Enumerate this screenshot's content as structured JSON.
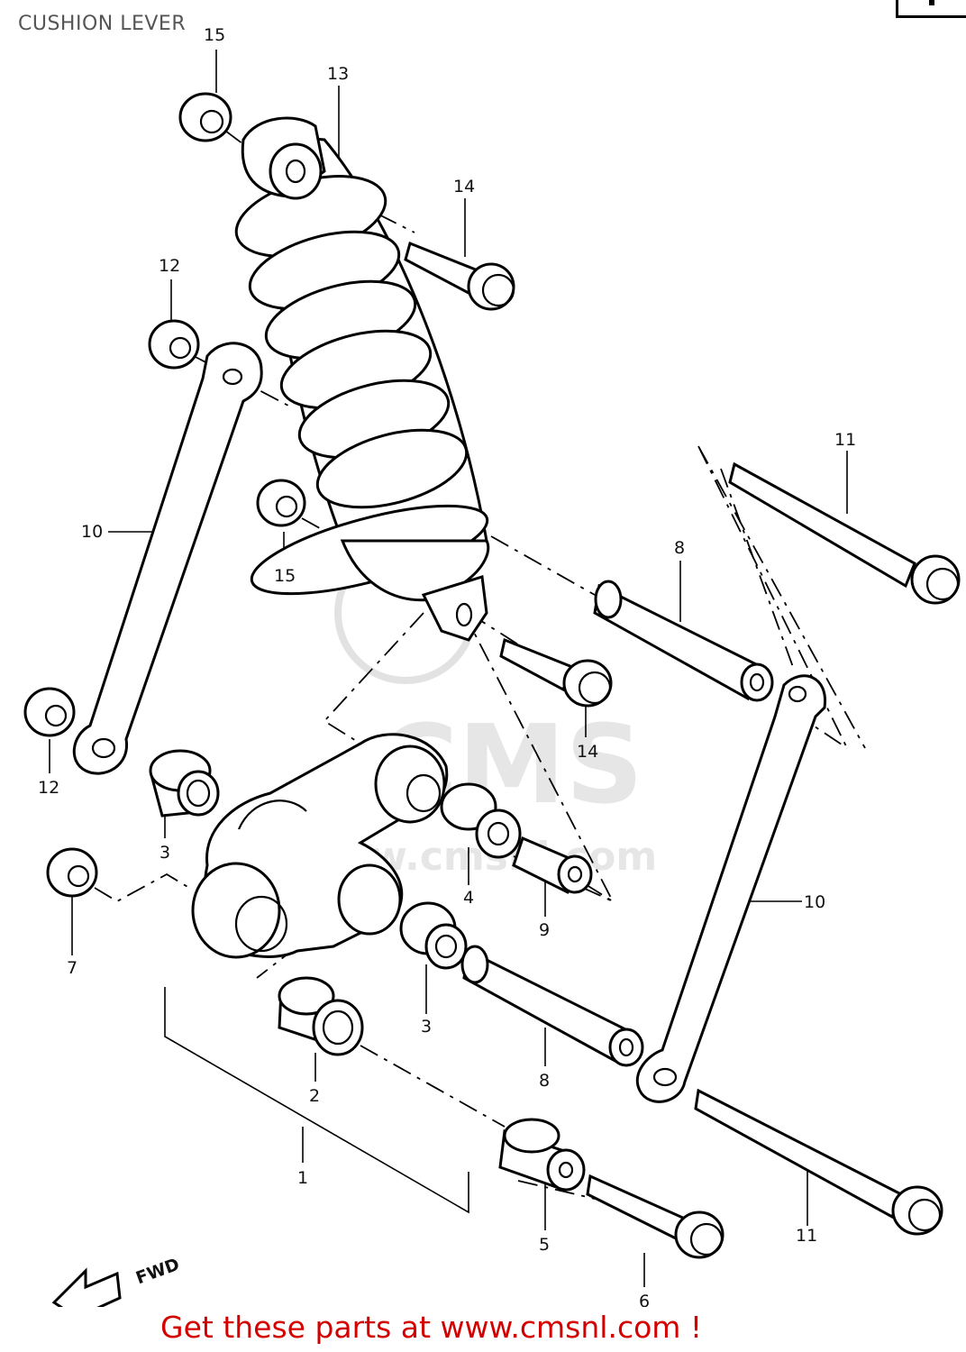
{
  "title": "CUSHION LEVER",
  "footer": "Get these parts at www.cmsnl.com !",
  "direction_label": "FWD",
  "watermark": {
    "brand": "CMS",
    "url": "www.cmsnl.com"
  },
  "callouts": [
    "1",
    "2",
    "3",
    "3",
    "4",
    "5",
    "6",
    "7",
    "8",
    "8",
    "9",
    "10",
    "10",
    "11",
    "11",
    "12",
    "12",
    "13",
    "14",
    "14",
    "15",
    "15"
  ],
  "colors": {
    "footer_text": "#d40000",
    "line_art": "#000000",
    "background": "#ffffff"
  }
}
